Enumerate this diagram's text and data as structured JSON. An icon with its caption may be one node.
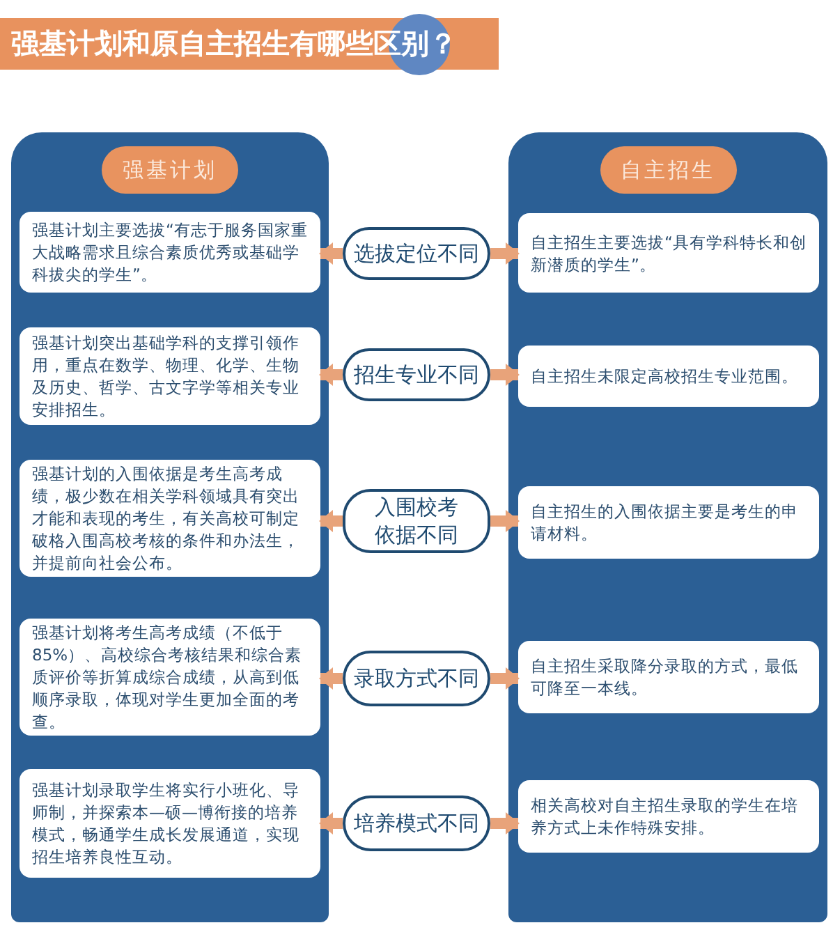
{
  "diagram": {
    "title": "强基计划和原自主招生有哪些区别？",
    "nodes": [
      {
        "text": [
          "强基计划"
        ]
      },
      {
        "text": [
          "自主招生"
        ]
      },
      {
        "text": [
          "强基计划主要选拔“有志于服务国家重大战略需求且综合素质优秀或基础学科拔尖的学生”。"
        ],
        "in": 0
      },
      {
        "text": [
          "选拔定位不同"
        ]
      },
      {
        "text": [
          "自主招生主要选拔“具有学科特长和创新潜质的学生”。"
        ],
        "in": 1
      },
      {
        "text": [
          "强基计划突出基础学科的支撑引领作用，重点在数学、物理、化学、生物及历史、哲学、古文字学等相关专业安排招生。"
        ],
        "in": 0
      },
      {
        "text": [
          "招生专业不同"
        ]
      },
      {
        "text": [
          "自主招生未限定高校招生专业范围。"
        ],
        "in": 1
      },
      {
        "text": [
          "强基计划的入围依据是考生高考成绩，极少数在相关学科领域具有突出才能和表现的考生，有关高校可制定破格入围高校考核的条件和办法生，并提前向社会公布。"
        ],
        "in": 0
      },
      {
        "text": [
          "入围校考依据不同"
        ]
      },
      {
        "text": [
          "自主招生的入围依据主要是考生的申请材料。"
        ],
        "in": 1
      },
      {
        "text": [
          "强基计划将考生高考成绩（不低于85%）、高校综合考核结果和综合素质评价等折算成综合成绩，从高到低顺序录取，体现对学生更加全面的考查。"
        ],
        "in": 0
      },
      {
        "text": [
          "录取方式不同"
        ]
      },
      {
        "text": [
          "自主招生采取降分录取的方式，最低可降至一本线。"
        ],
        "in": 1
      },
      {
        "text": [
          "强基计划录取学生将实行小班化、导师制，并探索本—硕—博衔接的培养模式，畅通学生成长发展通道，实现招生培养良性互动。"
        ],
        "in": 0
      },
      {
        "text": [
          "培养模式不同"
        ]
      },
      {
        "text": [
          "相关高校对自主招生录取的学生在培养方式上未作特殊安排。"
        ],
        "in": 1
      }
    ],
    "edges": [
      {
        "from": 3,
        "to": 2,
        "arrow": "to"
      },
      {
        "from": 3,
        "to": 4,
        "arrow": "to"
      },
      {
        "from": 6,
        "to": 5,
        "arrow": "to"
      },
      {
        "from": 6,
        "to": 7,
        "arrow": "to"
      },
      {
        "from": 9,
        "to": 8,
        "arrow": "to"
      },
      {
        "from": 9,
        "to": 10,
        "arrow": "to"
      },
      {
        "from": 12,
        "to": 11,
        "arrow": "to"
      },
      {
        "from": 12,
        "to": 13,
        "arrow": "to"
      },
      {
        "from": 15,
        "to": 14,
        "arrow": "to"
      },
      {
        "from": 15,
        "to": 16,
        "arrow": "to"
      }
    ]
  }
}
